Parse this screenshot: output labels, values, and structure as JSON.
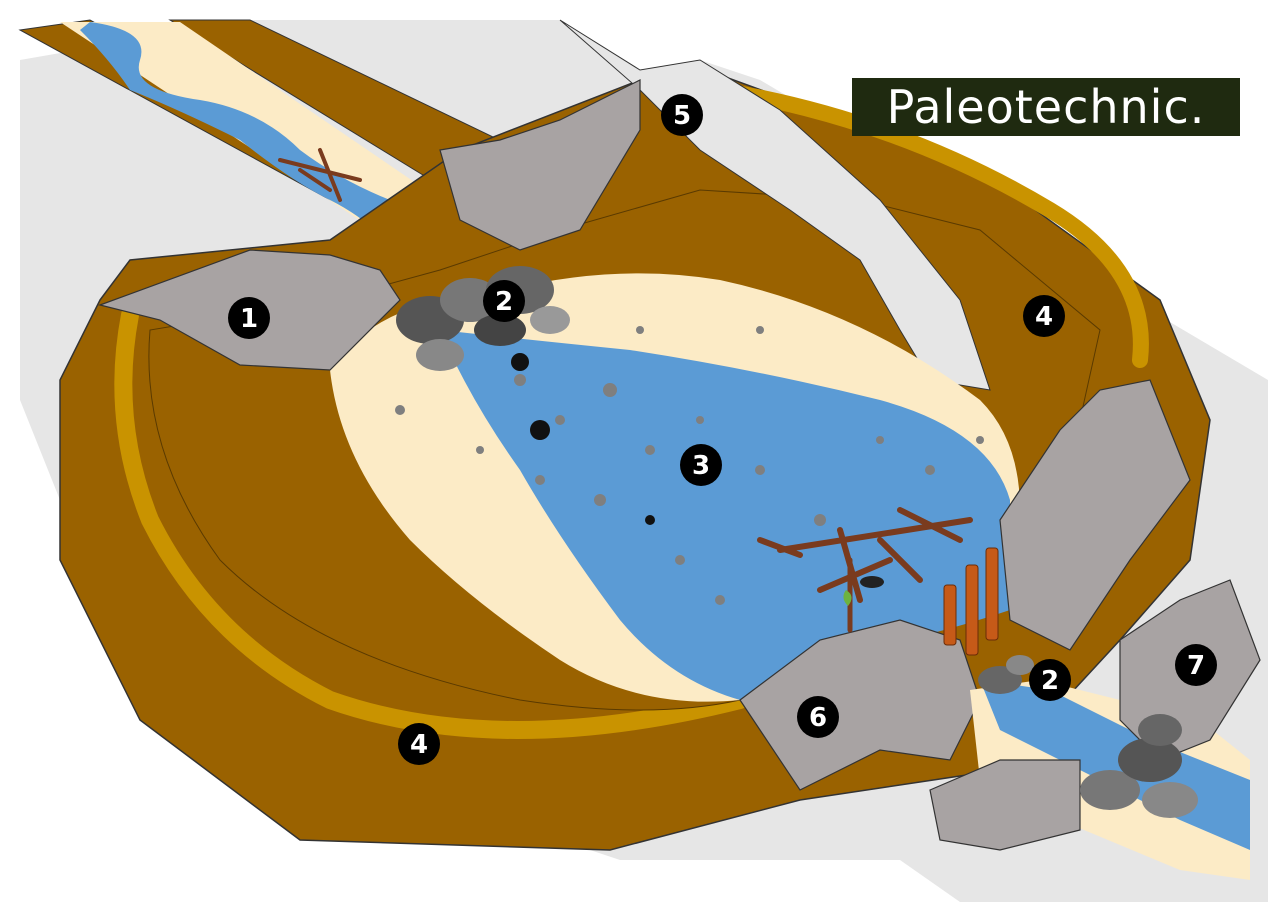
{
  "brand": {
    "text": "Paleotechnic."
  },
  "markers": [
    {
      "id": "m1",
      "label": "1"
    },
    {
      "id": "m2a",
      "label": "2"
    },
    {
      "id": "m2b",
      "label": "2"
    },
    {
      "id": "m3",
      "label": "3"
    },
    {
      "id": "m4a",
      "label": "4"
    },
    {
      "id": "m4b",
      "label": "4"
    },
    {
      "id": "m5",
      "label": "5"
    },
    {
      "id": "m6",
      "label": "6"
    },
    {
      "id": "m7",
      "label": "7"
    }
  ],
  "colors": {
    "earth": "#9a6200",
    "earth_rim": "#c99300",
    "sand": "#fcebc6",
    "water": "#5b9bd5",
    "concrete": "#a8a3a3",
    "background_grey": "#e6e6e6",
    "brand_bg": "#1f2a10",
    "wood": "#c65a18",
    "branch": "#7a3b1e"
  }
}
